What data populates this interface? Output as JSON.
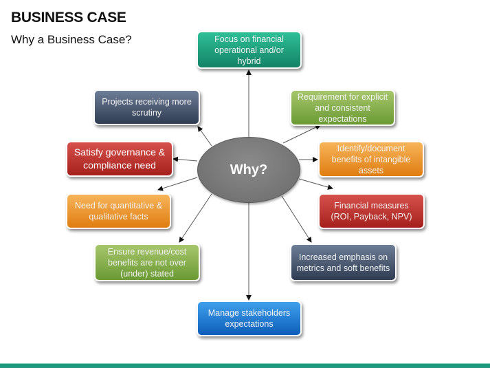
{
  "slide": {
    "title": "BUSINESS CASE",
    "subtitle": "Why a Business Case?"
  },
  "diagram": {
    "center": {
      "label": "Why?",
      "color": "#777777"
    },
    "nodes": [
      {
        "id": "top",
        "label": "Focus on financial operational and/or hybrid",
        "color": "#1fa582"
      },
      {
        "id": "upper-left",
        "label": "Projects receiving more scrutiny",
        "color": "#46556d"
      },
      {
        "id": "upper-right",
        "label": "Requirement for explicit and consistent expectations",
        "color": "#8cb34f"
      },
      {
        "id": "mid-left-red",
        "label": "Satisfy governance & compliance need",
        "color": "#be3431"
      },
      {
        "id": "mid-right-orange",
        "label": "Identify/document benefits of intangible assets",
        "color": "#ee9a30"
      },
      {
        "id": "mid-left-orange",
        "label": "Need for quantitative & qualitative  facts",
        "color": "#ee9a30"
      },
      {
        "id": "mid-right-red",
        "label": "Financial measures (ROI, Payback, NPV)",
        "color": "#be3431"
      },
      {
        "id": "lower-left",
        "label": "Ensure revenue/cost benefits are not over (under) stated",
        "color": "#8cb34f"
      },
      {
        "id": "lower-right",
        "label": "Increased emphasis on metrics and soft benefits",
        "color": "#46556d"
      },
      {
        "id": "bottom",
        "label": "Manage stakeholders expectations",
        "color": "#2080d4"
      }
    ]
  },
  "footer": {
    "accent_color": "#1f9b7f"
  }
}
